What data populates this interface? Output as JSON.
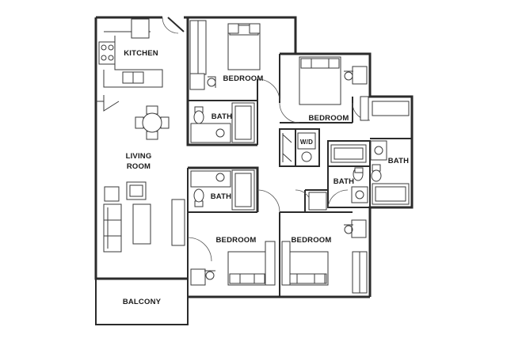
{
  "rooms": {
    "kitchen": "KITCHEN",
    "living_line1": "LIVING",
    "living_line2": "ROOM",
    "balcony": "BALCONY",
    "bedroom_top_left": "BEDROOM",
    "bedroom_top_right": "BEDROOM",
    "bedroom_bottom_left": "BEDROOM",
    "bedroom_bottom_right": "BEDROOM",
    "bath_top_left": "BATH",
    "bath_right": "BATH",
    "bath_center": "BATH",
    "bath_bottom_left": "BATH",
    "laundry": "W/D"
  }
}
